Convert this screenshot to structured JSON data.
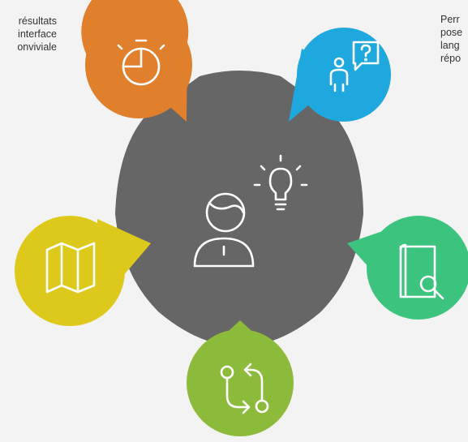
{
  "captions": {
    "left": [
      "résultats",
      "interface",
      "onviviale"
    ],
    "right": [
      "Perr",
      "pose",
      "lang",
      "répo"
    ]
  },
  "colors": {
    "background": "#f3f3f3",
    "center": "#666666",
    "orange": "#e07f2c",
    "blue": "#1ea8dd",
    "green": "#3cc47f",
    "lime": "#8cbb3c",
    "yellow": "#ddc91b",
    "icon_stroke": "#ffffff"
  },
  "nodes": [
    {
      "id": "speed",
      "color": "orange",
      "icon": "stopwatch-icon"
    },
    {
      "id": "questions",
      "color": "blue",
      "icon": "person-question-icon"
    },
    {
      "id": "search",
      "color": "green",
      "icon": "book-search-icon"
    },
    {
      "id": "flow",
      "color": "lime",
      "icon": "workflow-arrows-icon"
    },
    {
      "id": "map",
      "color": "yellow",
      "icon": "map-icon"
    }
  ],
  "center_icon": "person-idea-icon"
}
